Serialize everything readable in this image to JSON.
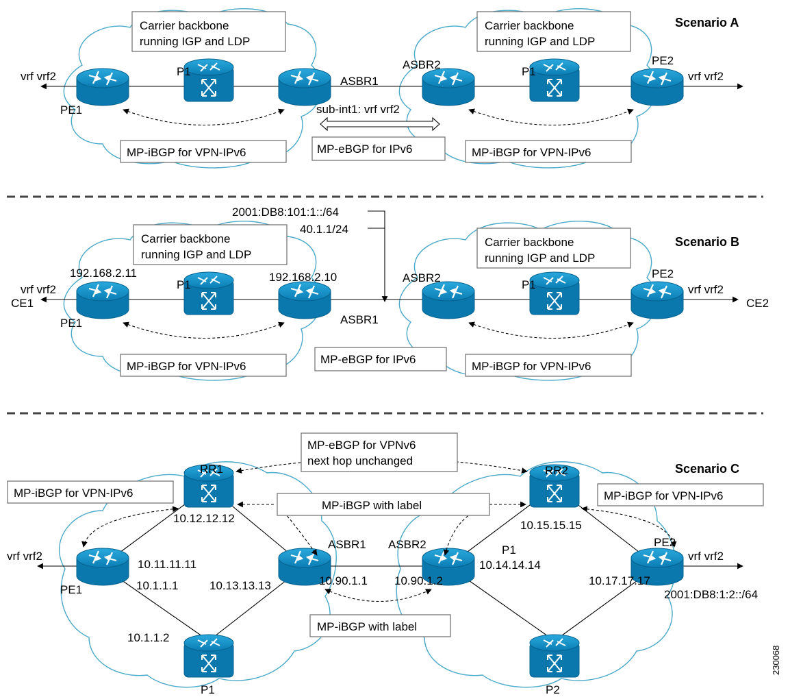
{
  "scenarios": {
    "a": {
      "title": "Scenario A",
      "carrier_label_left": [
        "Carrier backbone",
        "running IGP and LDP"
      ],
      "carrier_label_right": [
        "Carrier backbone",
        "running IGP and LDP"
      ],
      "pe1": "PE1",
      "p1_left": "P1",
      "asbr1": "ASBR1",
      "asbr2": "ASBR2",
      "p1_right": "P1",
      "pe2": "PE2",
      "vrf_left": "vrf vrf2",
      "vrf_right": "vrf vrf2",
      "subint": "sub-int1: vrf vrf2",
      "ibgp_left": "MP-iBGP for VPN-IPv6",
      "ebgp": "MP-eBGP for IPv6",
      "ibgp_right": "MP-iBGP for VPN-IPv6"
    },
    "b": {
      "title": "Scenario B",
      "prefix_v6": "2001:DB8:101:1::/64",
      "prefix_v4": "40.1.1/24",
      "carrier_label_left": [
        "Carrier backbone",
        "running IGP and LDP"
      ],
      "carrier_label_right": [
        "Carrier backbone",
        "running IGP and LDP"
      ],
      "pe1_ip": "192.168.2.11",
      "asbr1_ip": "192.168.2.10",
      "vrf_left": "vrf vrf2",
      "ce1": "CE1",
      "pe1": "PE1",
      "p1_left": "P1",
      "asbr1": "ASBR1",
      "asbr2": "ASBR2",
      "p1_right": "P1",
      "pe2": "PE2",
      "vrf_right": "vrf vrf2",
      "ce2": "CE2",
      "ibgp_left": "MP-iBGP for VPN-IPv6",
      "ebgp": "MP-eBGP for IPv6",
      "ibgp_right": "MP-iBGP for VPN-IPv6"
    },
    "c": {
      "title": "Scenario C",
      "ebgp_vpn": [
        "MP-eBGP for VPNv6",
        "next hop unchanged"
      ],
      "rr1": "RR1",
      "rr2": "RR2",
      "ibgp_left": "MP-iBGP for VPN-IPv6",
      "ibgp_right": "MP-iBGP for VPN-IPv6",
      "ibgp_label_top": "MP-iBGP with label",
      "ibgp_label_bottom": "MP-iBGP with label",
      "rr1_ip": "10.12.12.12",
      "rr2_ip": "10.15.15.15",
      "asbr1": "ASBR1",
      "asbr2": "ASBR2",
      "pe2": "PE2",
      "vrf_left": "vrf vrf2",
      "vrf_right": "vrf vrf2",
      "pe1_ip": "10.11.11.11",
      "p1_right": "P1",
      "p1_right_ip": "10.14.14.14",
      "pe1_link_ip": "10.1.1.1",
      "asbr1_ip_loop": "10.13.13.13",
      "asbr1_ip": "10.90.1.1",
      "asbr2_ip": "10.90.1.2",
      "pe2_ip": "10.17.17.17",
      "pe2_prefix": "2001:DB8:1:2::/64",
      "pe1": "PE1",
      "p1_ip": "10.1.1.2",
      "p1": "P1",
      "p2": "P2"
    }
  },
  "figure_id": "230068",
  "colors": {
    "device_fill": "#0b8fc7",
    "cloud": "#4aa9c9"
  }
}
